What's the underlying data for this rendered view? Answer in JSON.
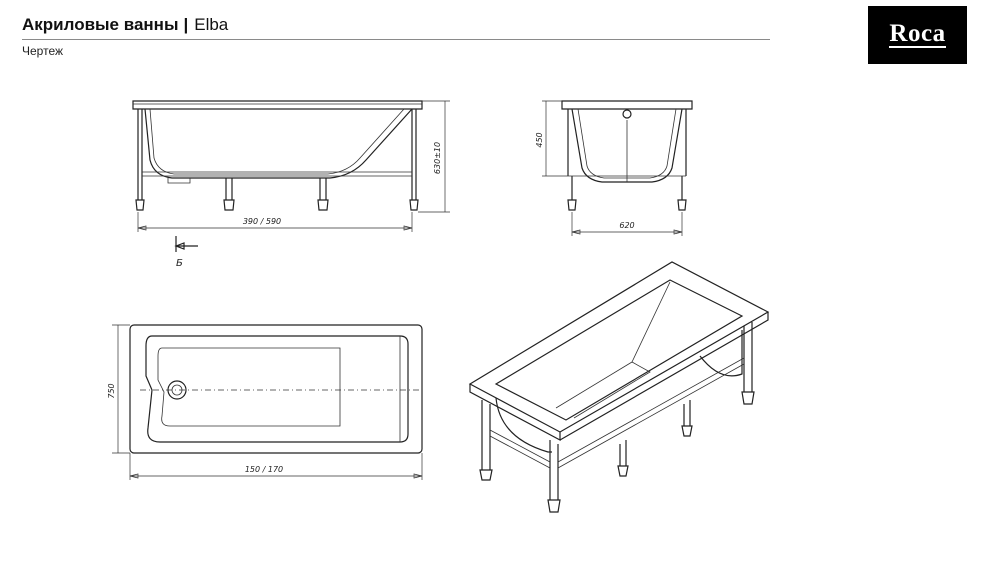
{
  "header": {
    "title": "Акриловые ванны",
    "separator": "|",
    "model": "Elba",
    "subtitle": "Чертеж"
  },
  "logo": {
    "text": "Roca"
  },
  "drawing": {
    "side_view": {
      "length_label": "390 / 590",
      "height_label": "630±10"
    },
    "end_view": {
      "height_label": "450",
      "width_label": "620"
    },
    "section_marker": "Б",
    "top_view": {
      "width_label": "750",
      "length_label": "150 / 170"
    }
  }
}
